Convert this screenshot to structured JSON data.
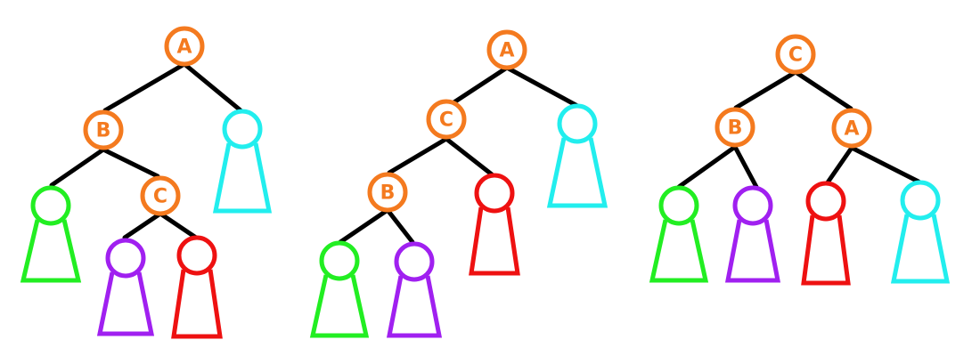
{
  "colors": {
    "node": "#f47a1f",
    "edge": "#000000",
    "green": "#22ee22",
    "purple": "#a020f0",
    "red": "#ee1111",
    "cyan": "#22eeee"
  },
  "trees": [
    {
      "name": "tree-1",
      "nodes": [
        {
          "id": "A",
          "label": "A"
        },
        {
          "id": "B",
          "label": "B"
        },
        {
          "id": "C",
          "label": "C"
        }
      ],
      "subtrees": [
        "green",
        "purple",
        "red",
        "cyan"
      ]
    },
    {
      "name": "tree-2",
      "nodes": [
        {
          "id": "A",
          "label": "A"
        },
        {
          "id": "C",
          "label": "C"
        },
        {
          "id": "B",
          "label": "B"
        }
      ],
      "subtrees": [
        "green",
        "purple",
        "red",
        "cyan"
      ]
    },
    {
      "name": "tree-3",
      "nodes": [
        {
          "id": "C",
          "label": "C"
        },
        {
          "id": "B",
          "label": "B"
        },
        {
          "id": "A",
          "label": "A"
        }
      ],
      "subtrees": [
        "green",
        "purple",
        "red",
        "cyan"
      ]
    }
  ]
}
